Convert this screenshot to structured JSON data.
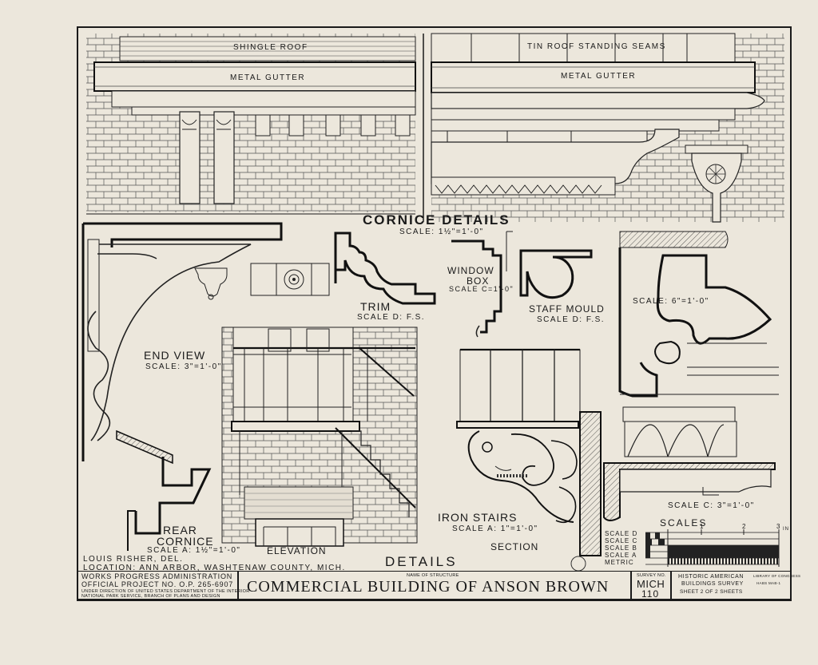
{
  "labels": {
    "shingle_roof": "SHINGLE ROOF",
    "tin_roof": "TIN ROOF STANDING SEAMS",
    "gutter_left": "METAL GUTTER",
    "gutter_right": "METAL GUTTER",
    "cornice_title": "CORNICE DETAILS",
    "cornice_scale": "SCALE: 1½\"=1'-0\"",
    "end_view": "END VIEW",
    "end_view_scale": "SCALE: 3\"=1'-0\"",
    "trim": "TRIM",
    "trim_scale": "SCALE D: F.S.",
    "window_box_1": "WINDOW",
    "window_box_2": "BOX",
    "window_box_scale": "SCALE C=1'-0\"",
    "staff_mould": "STAFF MOULD",
    "staff_mould_scale": "SCALE D: F.S.",
    "right_scale": "SCALE: 6\"=1'-0\"",
    "rear_cornice_1": "REAR",
    "rear_cornice_2": "CORNICE",
    "rear_cornice_scale": "SCALE A: 1½\"=1'-0\"",
    "elevation": "ELEVATION",
    "iron_stairs": "IRON STAIRS",
    "iron_stairs_scale": "SCALE A: 1\"=1'-0\"",
    "section": "SECTION",
    "scale_c_right": "SCALE C: 3\"=1'-0\"",
    "scales_title": "SCALES",
    "details": "DETAILS"
  },
  "scales": {
    "rows": [
      "SCALE D",
      "SCALE C",
      "SCALE B",
      "SCALE A",
      "METRIC"
    ],
    "tick_numbers": [
      "1",
      "2",
      "3"
    ],
    "unit": "IN"
  },
  "title_block": {
    "delineator": "LOUIS RISHER, DEL.",
    "location": "LOCATION: ANN ARBOR, WASHTENAW COUNTY, MICH.",
    "wpa": "WORKS PROGRESS ADMINISTRATION",
    "project": "OFFICIAL PROJECT NO. O.P. 265-6907",
    "direction_1": "UNDER DIRECTION OF UNITED STATES DEPARTMENT OF THE INTERIOR",
    "direction_2": "NATIONAL PARK SERVICE, BRANCH OF PLANS AND DESIGN",
    "name_of_structure_label": "NAME OF STRUCTURE",
    "structure_name": "COMMERCIAL BUILDING OF ANSON BROWN",
    "survey_no_label": "SURVEY NO.",
    "survey_no_1": "MICH",
    "survey_no_2": "110",
    "habs_1": "HISTORIC AMERICAN",
    "habs_2": "BUILDINGS SURVEY",
    "sheet": "SHEET 2 OF 2 SHEETS",
    "library_1": "LIBRARY OF CONGRESS",
    "library_2": "HABS MAB-1"
  }
}
